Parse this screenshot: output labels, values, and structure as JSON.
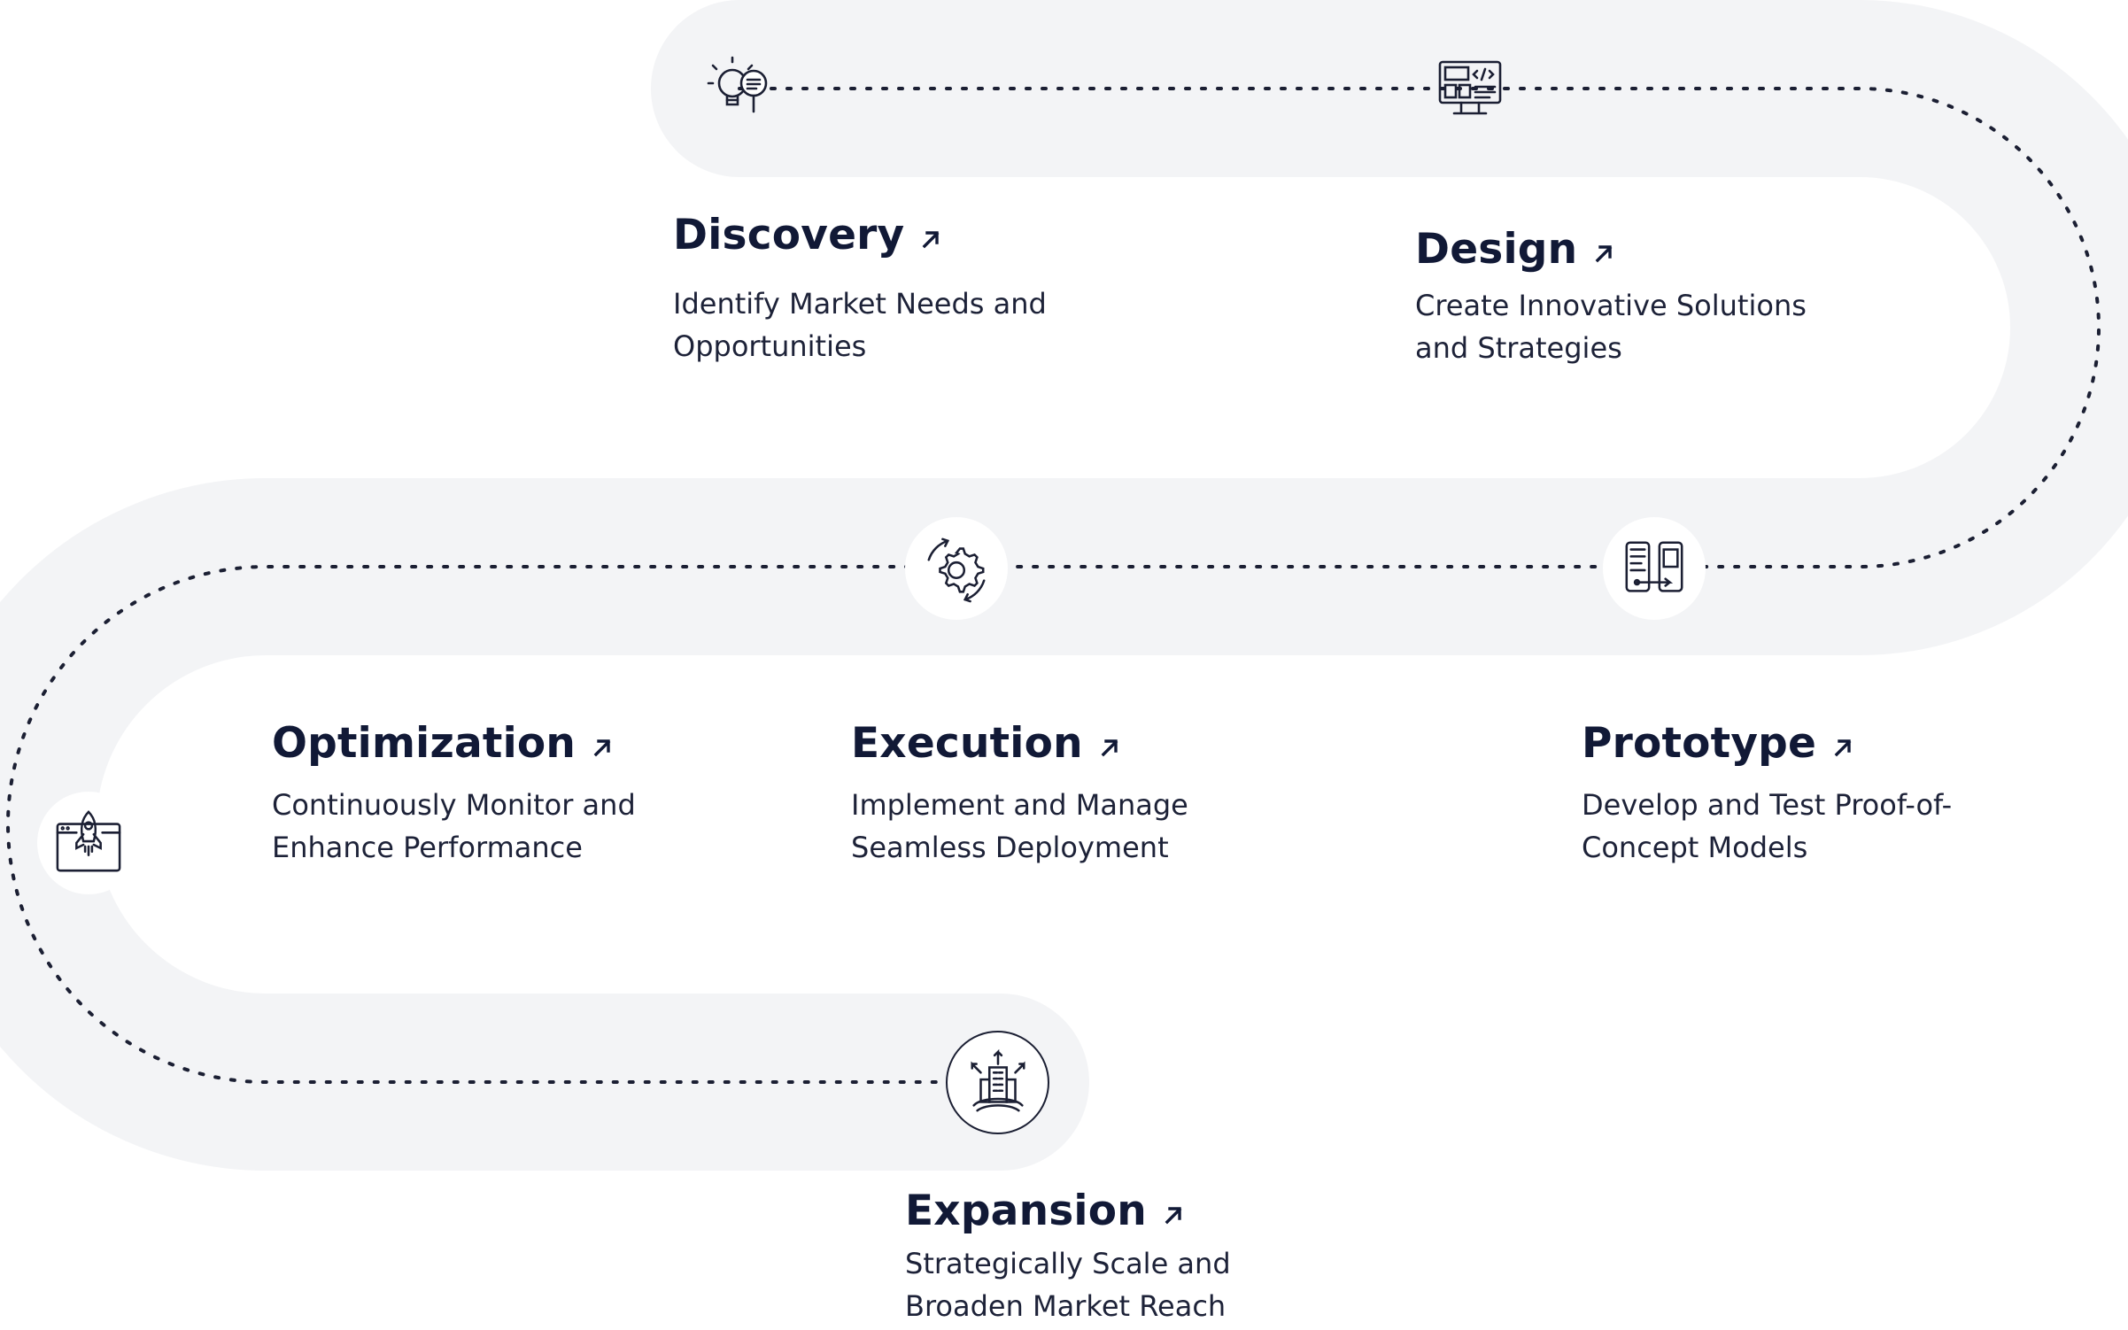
{
  "colors": {
    "road": "#f3f4f6",
    "path_dots": "#1b1f33",
    "title": "#111936",
    "text": "#1d2238",
    "background": "#ffffff"
  },
  "stages": [
    {
      "id": "discovery",
      "title": "Discovery",
      "desc_line1": "Identify Market Needs and",
      "desc_line2": "Opportunities",
      "icon": "lightbulb-magnifier-icon"
    },
    {
      "id": "design",
      "title": "Design",
      "desc_line1": "Create Innovative Solutions",
      "desc_line2": "and Strategies",
      "icon": "monitor-code-icon"
    },
    {
      "id": "prototype",
      "title": "Prototype",
      "desc_line1": "Develop and Test Proof-of-",
      "desc_line2": "Concept Models",
      "icon": "mobile-screens-icon"
    },
    {
      "id": "execution",
      "title": "Execution",
      "desc_line1": "Implement and Manage",
      "desc_line2": "Seamless Deployment",
      "icon": "gear-refresh-icon"
    },
    {
      "id": "optimization",
      "title": "Optimization",
      "desc_line1": "Continuously Monitor and",
      "desc_line2": "Enhance Performance",
      "icon": "rocket-browser-icon"
    },
    {
      "id": "expansion",
      "title": "Expansion",
      "desc_line1": "Strategically Scale and",
      "desc_line2": "Broaden Market Reach",
      "icon": "building-globe-icon"
    }
  ]
}
